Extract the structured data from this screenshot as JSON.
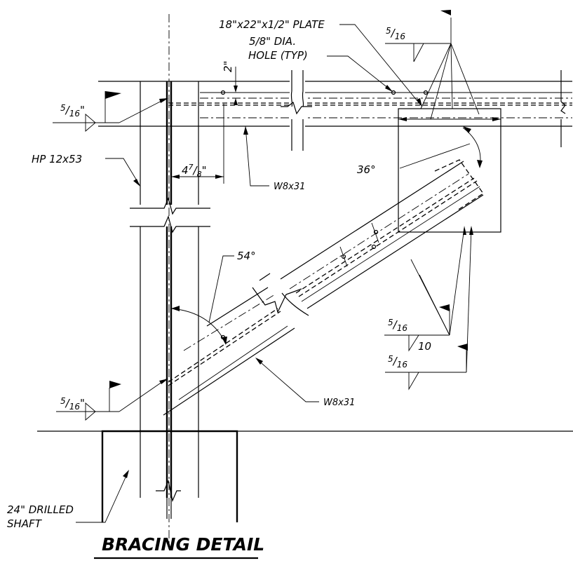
{
  "labels": {
    "plate": "18\"x22\"x1/2\" PLATE",
    "hole_line1": "5/8\" DIA.",
    "hole_line2": "HOLE (TYP)",
    "gauge": "2\"",
    "pile": "HP 12x53",
    "offset_whole": "4",
    "offset_num": "7",
    "offset_den": "8",
    "offset_unit": "\"",
    "beam_top": "W8x31",
    "angle_top": "36°",
    "angle_bottom": "54°",
    "brace": "W8x31",
    "shaft_line1": "24\" DRILLED",
    "shaft_line2": "SHAFT",
    "title": "BRACING DETAIL"
  },
  "welds": {
    "weld_top_left": {
      "num": "5",
      "den": "16",
      "unit": "\""
    },
    "weld_top_right": {
      "num": "5",
      "den": "16",
      "unit": ""
    },
    "weld_right_1": {
      "num": "5",
      "den": "16",
      "unit": "",
      "length": "10"
    },
    "weld_right_2": {
      "num": "5",
      "den": "16",
      "unit": ""
    },
    "weld_bottom_left": {
      "num": "5",
      "den": "16",
      "unit": "\""
    }
  }
}
